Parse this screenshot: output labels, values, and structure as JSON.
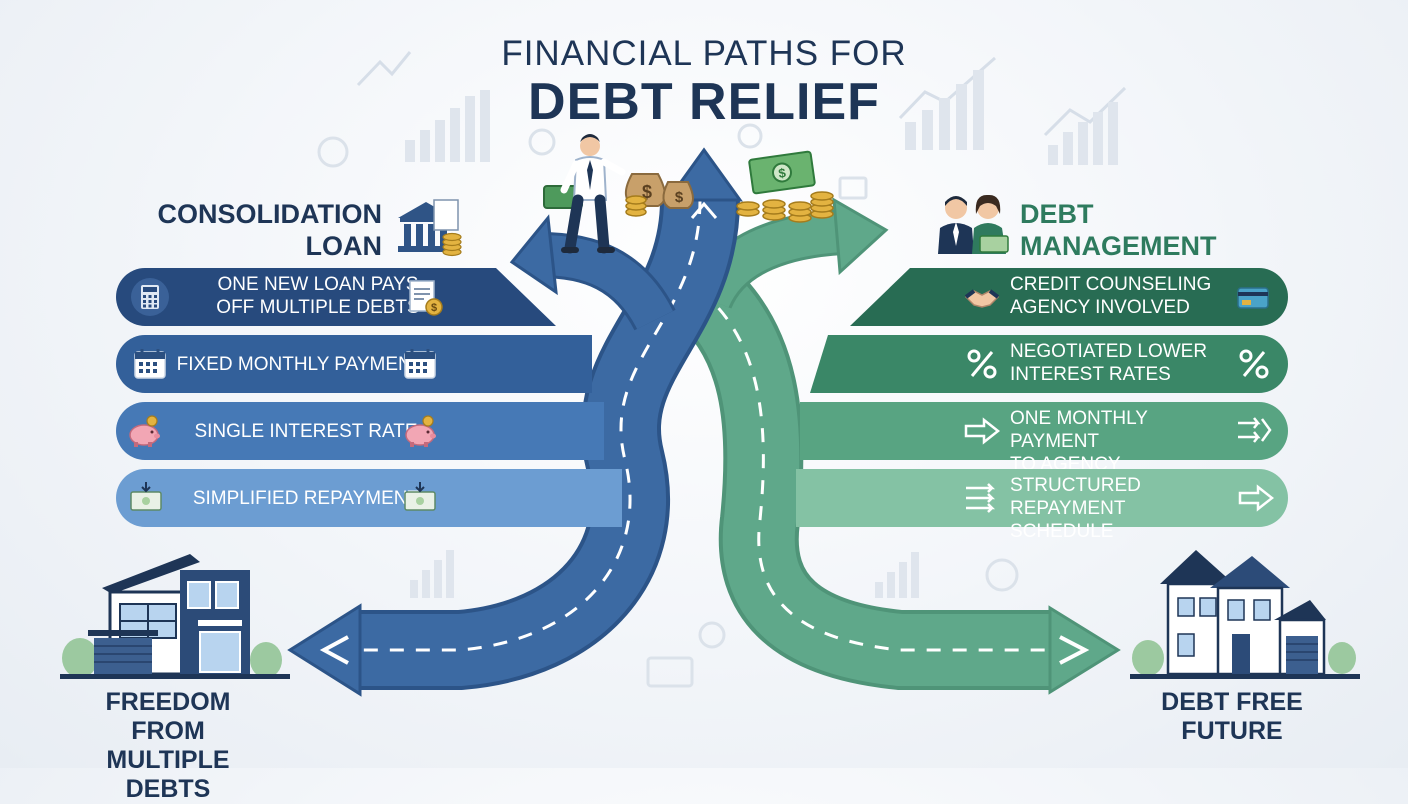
{
  "title": {
    "line1": "FINANCIAL PATHS FOR",
    "line2": "DEBT RELIEF"
  },
  "left": {
    "title_line1": "CONSOLIDATION",
    "title_line2": "LOAN",
    "items": [
      {
        "line1": "ONE NEW LOAN PAYS",
        "line2": "OFF MULTIPLE DEBTS",
        "icon_left": "calculator-icon",
        "icon_right": "loan-document-icon"
      },
      {
        "line1": "FIXED MONTHLY PAYMENT",
        "line2": "",
        "icon_left": "calendar-icon",
        "icon_right": "calendar-icon"
      },
      {
        "line1": "SINGLE INTEREST RATE",
        "line2": "",
        "icon_left": "piggy-bank-icon",
        "icon_right": "piggy-bank-icon"
      },
      {
        "line1": "SIMPLIFIED REPAYMENT",
        "line2": "",
        "icon_left": "cash-icon",
        "icon_right": "cash-icon"
      }
    ],
    "outcome_line1": "FREEDOM FROM",
    "outcome_line2": "MULTIPLE DEBTS"
  },
  "right": {
    "title_line1": "DEBT MANAGEMENT",
    "title_line2": "PLAN",
    "items": [
      {
        "line1": "CREDIT COUNSELING",
        "line2": "AGENCY INVOLVED",
        "icon_left": "handshake-icon",
        "icon_right": "credit-card-icon"
      },
      {
        "line1": "NEGOTIATED LOWER",
        "line2": "INTEREST RATES",
        "icon_left": "percent-icon",
        "icon_right": "percent-icon"
      },
      {
        "line1": "ONE MONTHLY PAYMENT",
        "line2": "TO AGENCY",
        "icon_left": "arrow-right-icon",
        "icon_right": "double-arrow-icon"
      },
      {
        "line1": "STRUCTURED REPAYMENT",
        "line2": "SCHEDULE",
        "icon_left": "triple-arrow-icon",
        "icon_right": "arrow-right-icon"
      }
    ],
    "outcome_line1": "DEBT FREE",
    "outcome_line2": "FUTURE"
  },
  "colors": {
    "navy": "#1e3556",
    "blue_bars": [
      "#274a7d",
      "#33609a",
      "#4679b6",
      "#6c9dd2"
    ],
    "green_bars": [
      "#286c53",
      "#3a8767",
      "#58a482",
      "#84c2a4"
    ],
    "blue_road": "#3c6aa3",
    "green_road": "#5fa88a"
  }
}
